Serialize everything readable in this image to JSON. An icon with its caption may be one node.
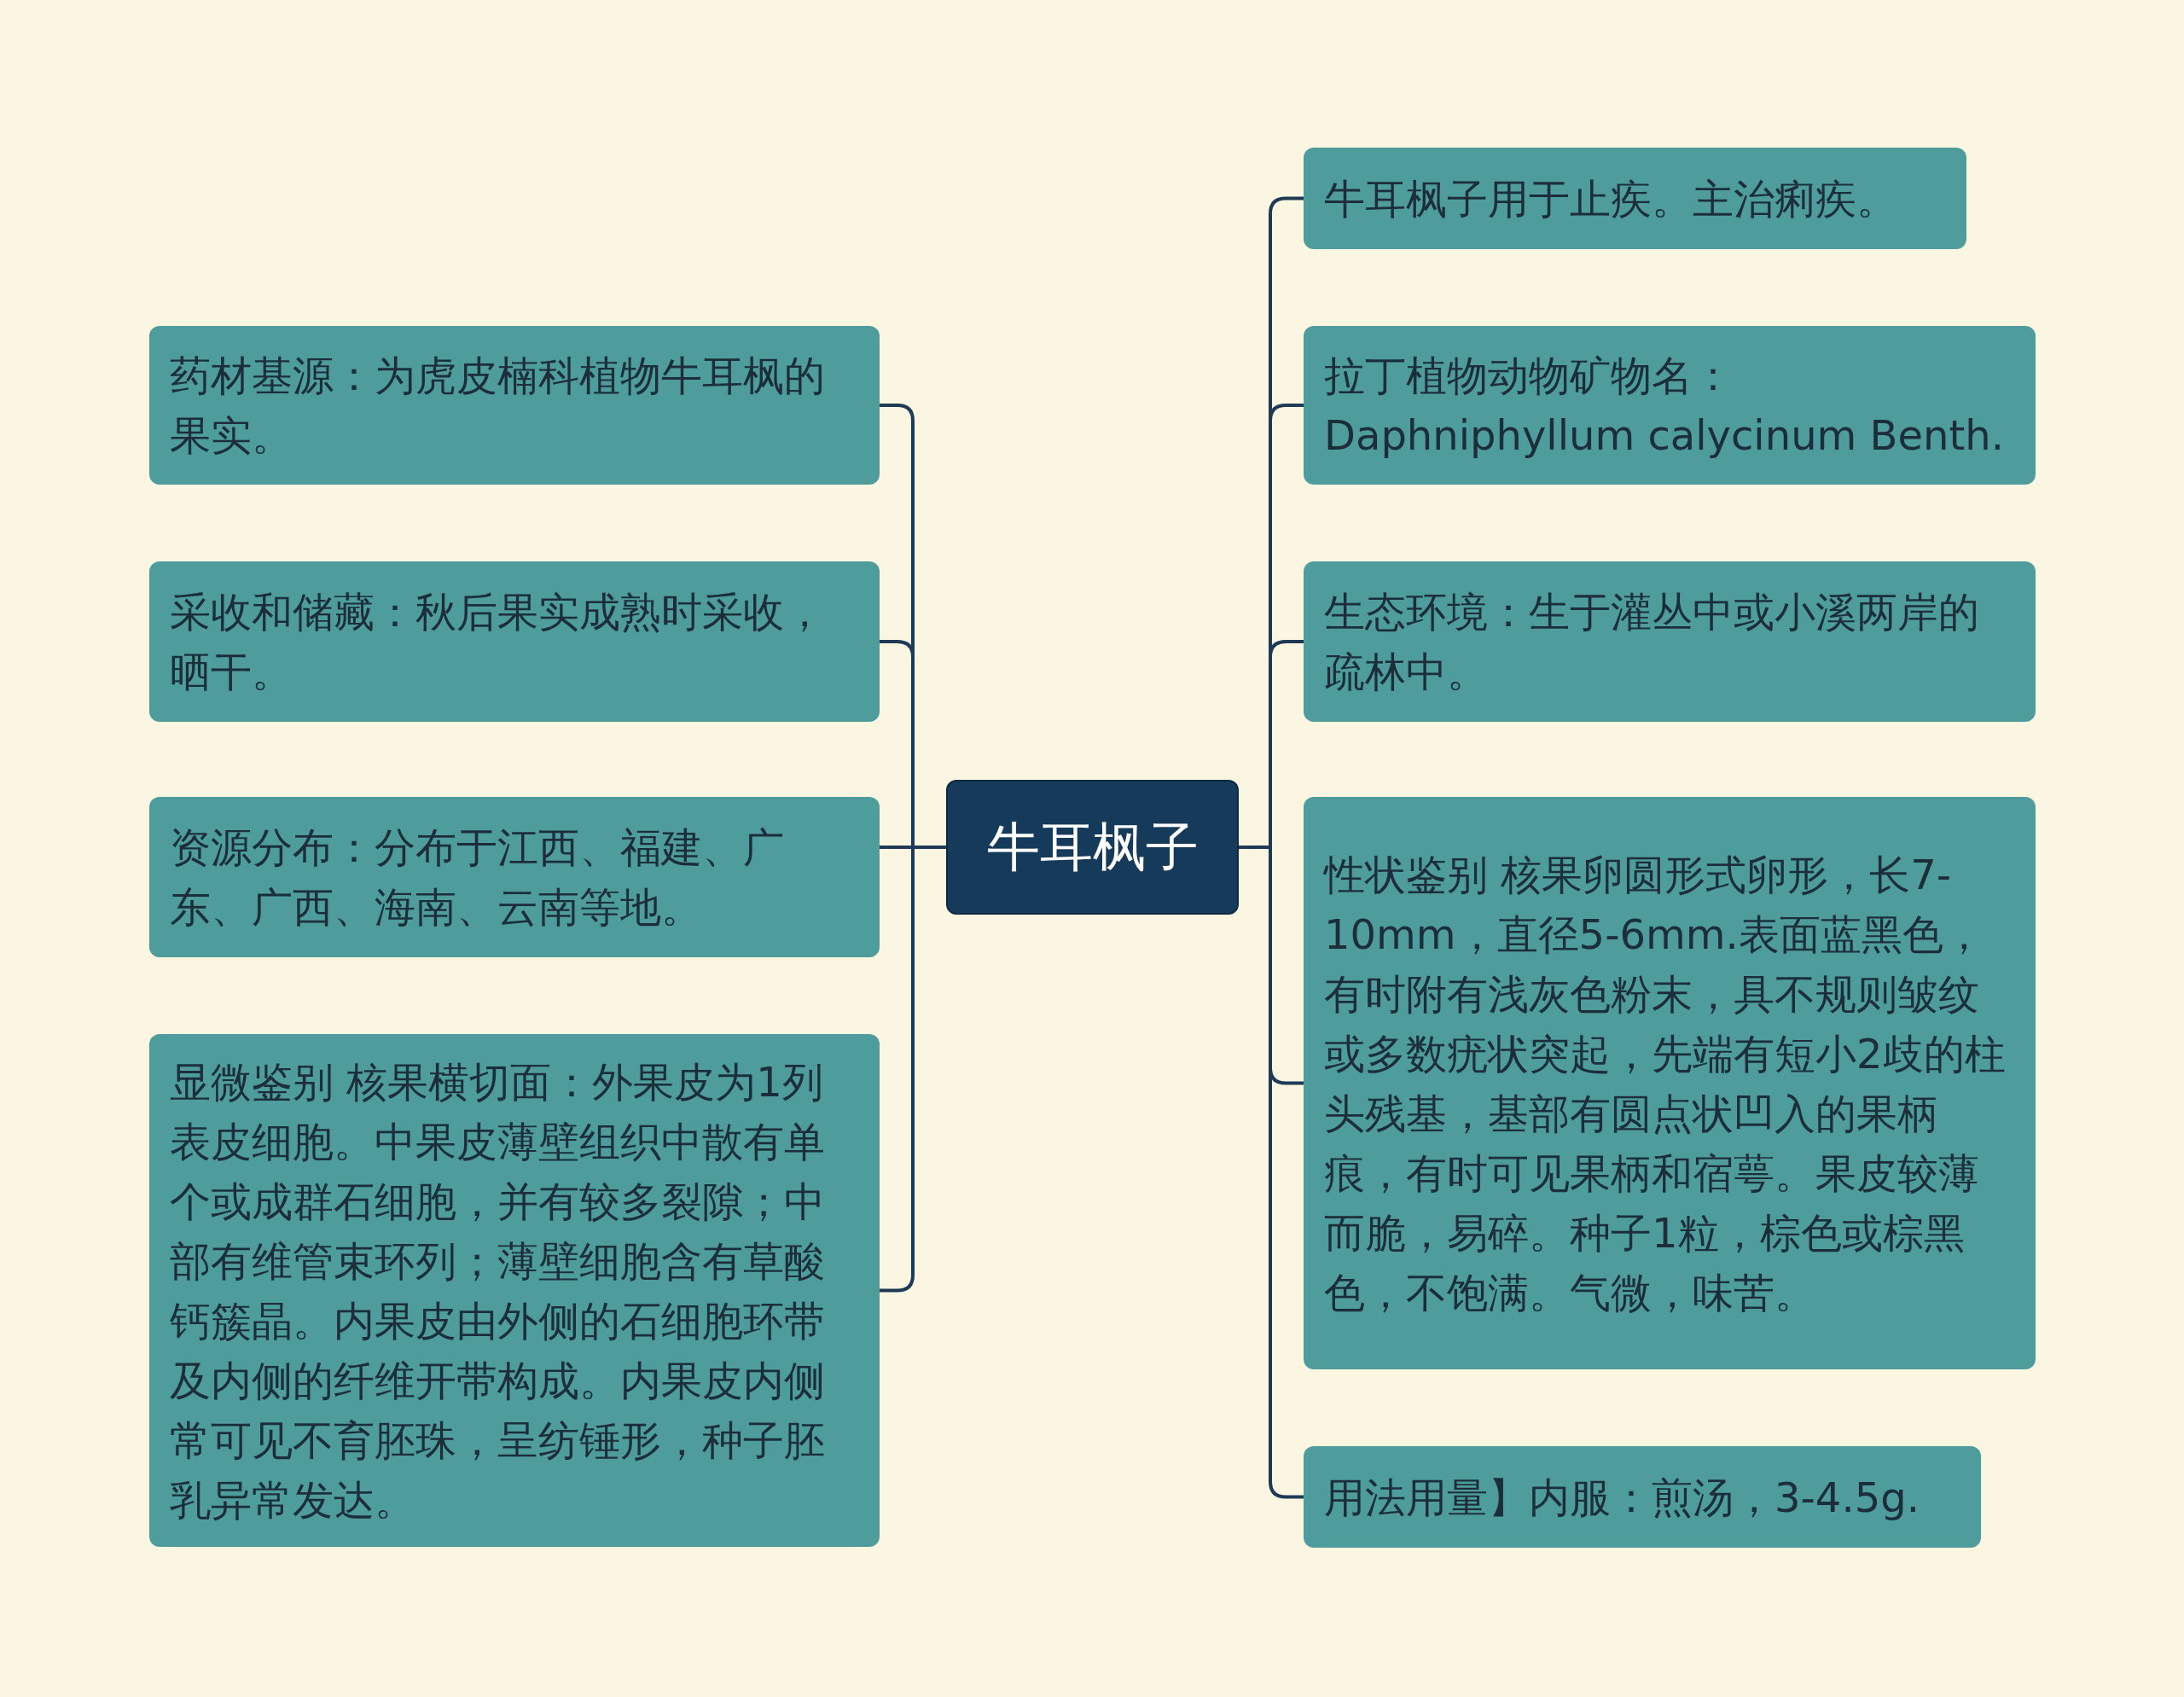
{
  "diagram": {
    "nodes": [
      {
        "text": [
          "牛耳枫子"
        ]
      },
      {
        "text": [
          "药材基源：为虎皮楠科植物牛耳枫的果实。"
        ]
      },
      {
        "text": [
          "采收和储藏：秋后果实成熟时采收，晒干。"
        ]
      },
      {
        "text": [
          "资源分布：分布于江西、福建、广东、广西、海南、云南等地。"
        ]
      },
      {
        "text": [
          "显微鉴别 核果横切面：外果皮为1列表皮细胞。中果皮薄壁组织中散有单个或成群石细胞，并有较多裂隙；中部有维管束环列；薄壁细胞含有草酸钙簇晶。内果皮由外侧的石细胞环带及内侧的纤维开带构成。内果皮内侧常可见不育胚珠，呈纺锤形，种子胚乳异常发达。"
        ]
      },
      {
        "text": [
          "牛耳枫子用于止疾。主治痢疾。"
        ]
      },
      {
        "text": [
          "拉丁植物动物矿物名：Daphniphyllum calycinum Benth."
        ]
      },
      {
        "text": [
          "生态环境：生于灌丛中或小溪两岸的疏林中。"
        ]
      },
      {
        "text": [
          "性状鉴别 核果卵圆形式卵形，长7-10mm，直径5-6mm.表面蓝黑色，有时附有浅灰色粉末，具不规则皱纹或多数疣状突起，先端有短小2歧的柱头残基，基部有圆点状凹入的果柄痕，有时可见果柄和宿萼。果皮较薄而脆，易碎。种子1粒，棕色或棕黑色，不饱满。气微，味苦。"
        ]
      },
      {
        "text": [
          "用法用量】内服：煎汤，3-4.5g."
        ]
      }
    ],
    "edges": [
      {
        "from": 0,
        "to": 1,
        "arrow": "none"
      },
      {
        "from": 0,
        "to": 2,
        "arrow": "none"
      },
      {
        "from": 0,
        "to": 3,
        "arrow": "none"
      },
      {
        "from": 0,
        "to": 4,
        "arrow": "none"
      },
      {
        "from": 0,
        "to": 5,
        "arrow": "none"
      },
      {
        "from": 0,
        "to": 6,
        "arrow": "none"
      },
      {
        "from": 0,
        "to": 7,
        "arrow": "none"
      },
      {
        "from": 0,
        "to": 8,
        "arrow": "none"
      },
      {
        "from": 0,
        "to": 9,
        "arrow": "none"
      }
    ]
  }
}
